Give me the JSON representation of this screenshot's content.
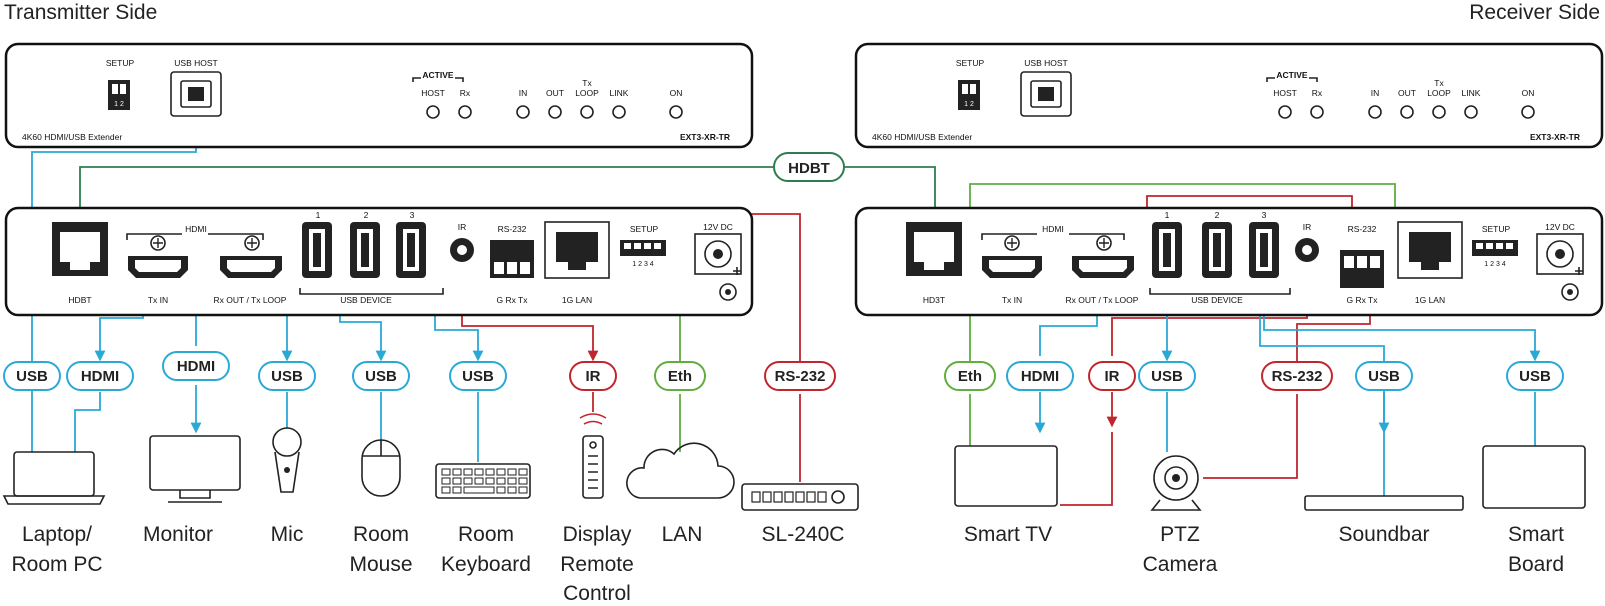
{
  "titles": {
    "transmitter": "Transmitter Side",
    "receiver": "Receiver Side"
  },
  "front_panel": {
    "setup": "SETUP",
    "usb_host": "USB HOST",
    "active": "ACTIVE",
    "host": "HOST",
    "rx": "Rx",
    "in": "IN",
    "out": "OUT",
    "tx_loop_1": "Tx",
    "tx_loop_2": "LOOP",
    "link": "LINK",
    "on": "ON",
    "product": "4K60 HDMI/USB Extender",
    "model": "EXT3-XR-TR",
    "dip_nums": "1 2"
  },
  "rear_panel": {
    "hdmi": "HDMI",
    "hdbt_tx": "HDBT",
    "hdbt_rx": "HD3T",
    "tx_in": "Tx IN",
    "rx_out": "Rx OUT / Tx LOOP",
    "usb1": "1",
    "usb2": "2",
    "usb3": "3",
    "usb_device": "USB DEVICE",
    "ir": "IR",
    "rs232": "RS-232",
    "g_rx_tx": "G Rx Tx",
    "lan": "1G LAN",
    "setup": "SETUP",
    "dc": "12V DC",
    "dip_nums": "1 2 3 4"
  },
  "hdbt_pill": "HDBT",
  "pills_tx": [
    {
      "label": "USB",
      "color": "#29a9d6"
    },
    {
      "label": "HDMI",
      "color": "#29a9d6"
    },
    {
      "label": "HDMI",
      "color": "#29a9d6"
    },
    {
      "label": "USB",
      "color": "#29a9d6"
    },
    {
      "label": "USB",
      "color": "#29a9d6"
    },
    {
      "label": "USB",
      "color": "#29a9d6"
    },
    {
      "label": "IR",
      "color": "#c0262d"
    },
    {
      "label": "Eth",
      "color": "#61ad3f"
    },
    {
      "label": "RS-232",
      "color": "#c0262d"
    }
  ],
  "pills_rx": [
    {
      "label": "Eth",
      "color": "#61ad3f"
    },
    {
      "label": "HDMI",
      "color": "#29a9d6"
    },
    {
      "label": "IR",
      "color": "#c0262d"
    },
    {
      "label": "USB",
      "color": "#29a9d6"
    },
    {
      "label": "RS-232",
      "color": "#c0262d"
    },
    {
      "label": "USB",
      "color": "#29a9d6"
    },
    {
      "label": "USB",
      "color": "#29a9d6"
    }
  ],
  "devices_tx": [
    {
      "line1": "Laptop/",
      "line2": "Room PC",
      "line3": ""
    },
    {
      "line1": "Monitor",
      "line2": "",
      "line3": ""
    },
    {
      "line1": "Mic",
      "line2": "",
      "line3": ""
    },
    {
      "line1": "Room",
      "line2": "Mouse",
      "line3": ""
    },
    {
      "line1": "Room",
      "line2": "Keyboard",
      "line3": ""
    },
    {
      "line1": "Display",
      "line2": "Remote",
      "line3": "Control"
    },
    {
      "line1": "LAN",
      "line2": "",
      "line3": ""
    },
    {
      "line1": "SL-240C",
      "line2": "",
      "line3": ""
    }
  ],
  "devices_rx": [
    {
      "line1": "Smart TV",
      "line2": ""
    },
    {
      "line1": "PTZ",
      "line2": "Camera"
    },
    {
      "line1": "Soundbar",
      "line2": ""
    },
    {
      "line1": "Smart",
      "line2": "Board"
    }
  ],
  "colors": {
    "usb": "#29a9d6",
    "ethernet": "#61ad3f",
    "ir": "#c0262d",
    "rs232": "#c0262d",
    "hdbt": "#2e7d4f"
  }
}
